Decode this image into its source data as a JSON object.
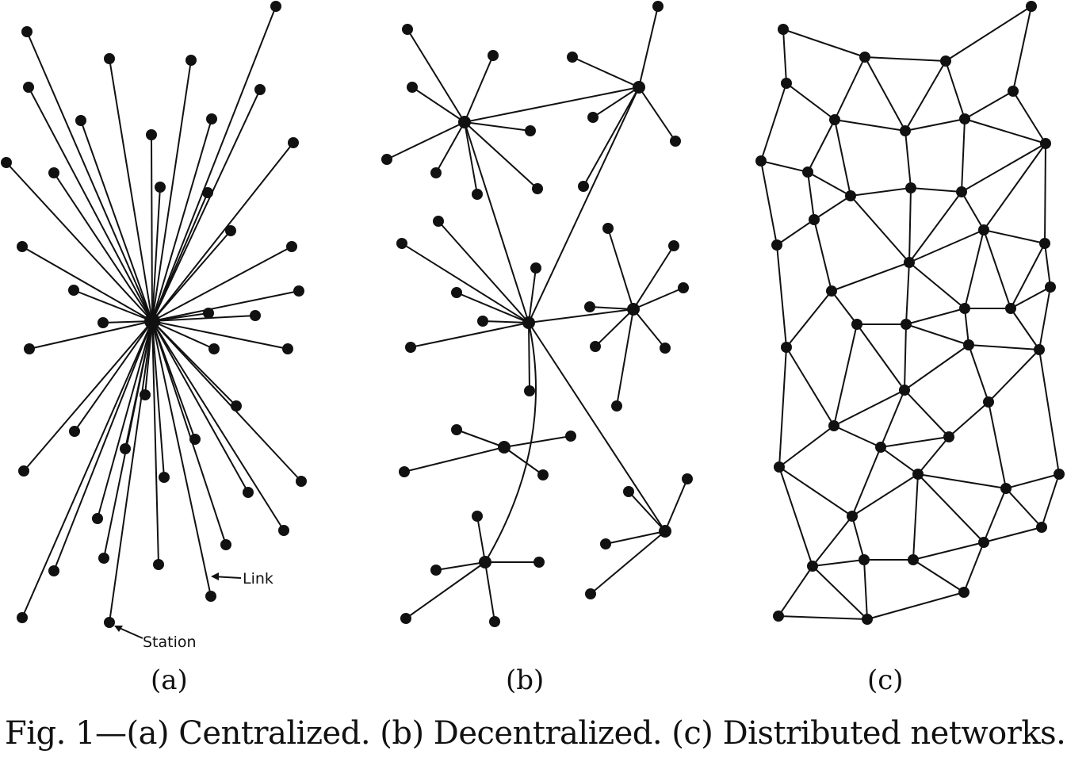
{
  "panels": {
    "a": {
      "label": "(a)"
    },
    "b": {
      "label": "(b)"
    },
    "c": {
      "label": "(c)"
    }
  },
  "annotations": {
    "link": "Link",
    "station": "Station"
  },
  "caption": "Fig. 1—(a) Centralized. (b) Decentralized. (c) Distributed networks.",
  "colors": {
    "ink": "#111111",
    "paper": "#ffffff"
  }
}
